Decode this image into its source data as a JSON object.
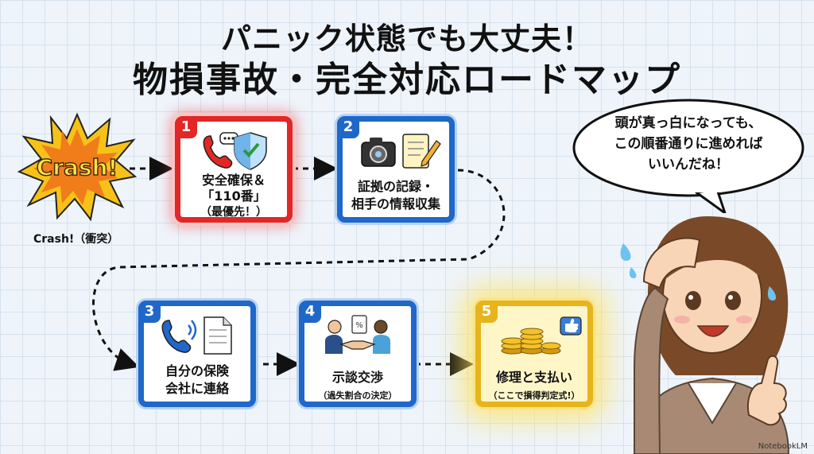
{
  "title": {
    "line1": "パニック状態でも大丈夫！",
    "line2": "物損事故・完全対応ロードマップ"
  },
  "crash": {
    "burst_text": "Crash!",
    "caption": "Crash!（衝突）"
  },
  "steps": [
    {
      "number": "1",
      "lines": [
        "安全確保＆",
        "「110番」",
        "（最優先！）"
      ],
      "icons": [
        "phone-icon",
        "shield-icon"
      ]
    },
    {
      "number": "2",
      "lines": [
        "証拠の記録・",
        "相手の情報収集"
      ],
      "icons": [
        "camera-icon",
        "notepad-pencil-icon"
      ]
    },
    {
      "number": "3",
      "lines": [
        "自分の保険",
        "会社に連絡"
      ],
      "icons": [
        "phone-icon",
        "document-icon"
      ]
    },
    {
      "number": "4",
      "lines": [
        "示談交渉"
      ],
      "sub": "（過失割合の決定）",
      "icons": [
        "handshake-icon"
      ]
    },
    {
      "number": "5",
      "lines": [
        "修理と支払い"
      ],
      "sub": "（ここで損得判定式!）",
      "icons": [
        "coins-icon",
        "thumbs-up-icon"
      ]
    }
  ],
  "bubble": {
    "lines": [
      "頭が真っ白になっても、",
      "この順番通りに進めれば",
      "いいんだね！"
    ]
  },
  "watermark": "NotebookLM",
  "colors": {
    "step1": "#e32626",
    "step_blue": "#1f68c9",
    "step5": "#e7b41c"
  }
}
